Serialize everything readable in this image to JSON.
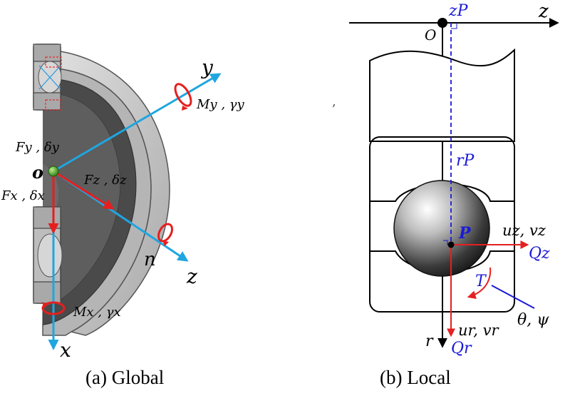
{
  "colors": {
    "axis_blue": "#1fa6e0",
    "force_red": "#e51f1f",
    "local_blue": "#1a1ad6",
    "local_red": "#e52020",
    "bearing_light": "#c8c8c8",
    "bearing_dark": "#4a4a4a"
  },
  "global": {
    "caption": "(a)  Global",
    "axis_y": "y",
    "axis_z": "z",
    "axis_x": "x",
    "axis_n": "n",
    "origin": "o",
    "moment_y": "My , γy",
    "moment_x": "Mx , γx",
    "force_y": "Fy , δy",
    "force_z": "Fz , δz",
    "force_x": "Fx , δx"
  },
  "local": {
    "caption": "(b)  Local",
    "axis_z": "z",
    "origin": "O",
    "zP": "zP",
    "rP": "rP",
    "point_P": "P",
    "uz_vz": "uz, vz",
    "Qz": "Qz",
    "ur_vr": "ur, vr",
    "Qr": "Qr",
    "axis_r": "r",
    "torque_T": "T",
    "theta_psi": "θ, ψ"
  },
  "stray_mark": ","
}
